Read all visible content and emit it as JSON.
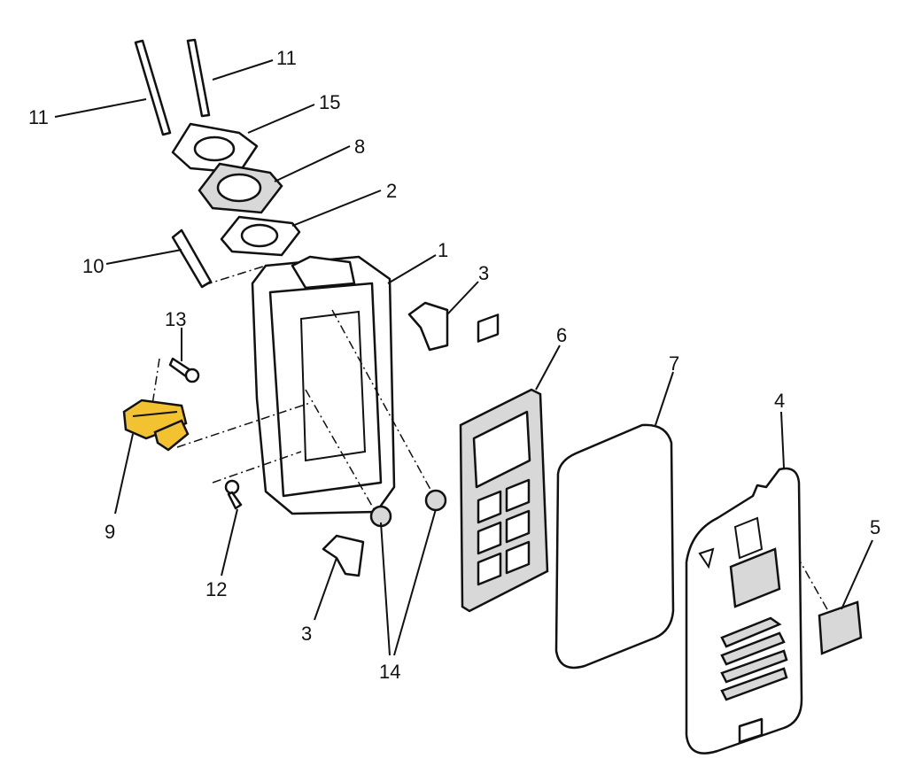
{
  "diagram": {
    "title": "Air cleaner assembly exploded view",
    "highlight_color": "#f2c230",
    "callouts": [
      {
        "id": "c11a",
        "text": "11"
      },
      {
        "id": "c11b",
        "text": "11"
      },
      {
        "id": "c15",
        "text": "15"
      },
      {
        "id": "c8",
        "text": "8"
      },
      {
        "id": "c2",
        "text": "2"
      },
      {
        "id": "c10",
        "text": "10"
      },
      {
        "id": "c1",
        "text": "1"
      },
      {
        "id": "c3a",
        "text": "3"
      },
      {
        "id": "c13",
        "text": "13"
      },
      {
        "id": "c9",
        "text": "9"
      },
      {
        "id": "c12",
        "text": "12"
      },
      {
        "id": "c3b",
        "text": "3"
      },
      {
        "id": "c14",
        "text": "14"
      },
      {
        "id": "c6",
        "text": "6"
      },
      {
        "id": "c7",
        "text": "7"
      },
      {
        "id": "c4",
        "text": "4"
      },
      {
        "id": "c5",
        "text": "5"
      }
    ]
  }
}
